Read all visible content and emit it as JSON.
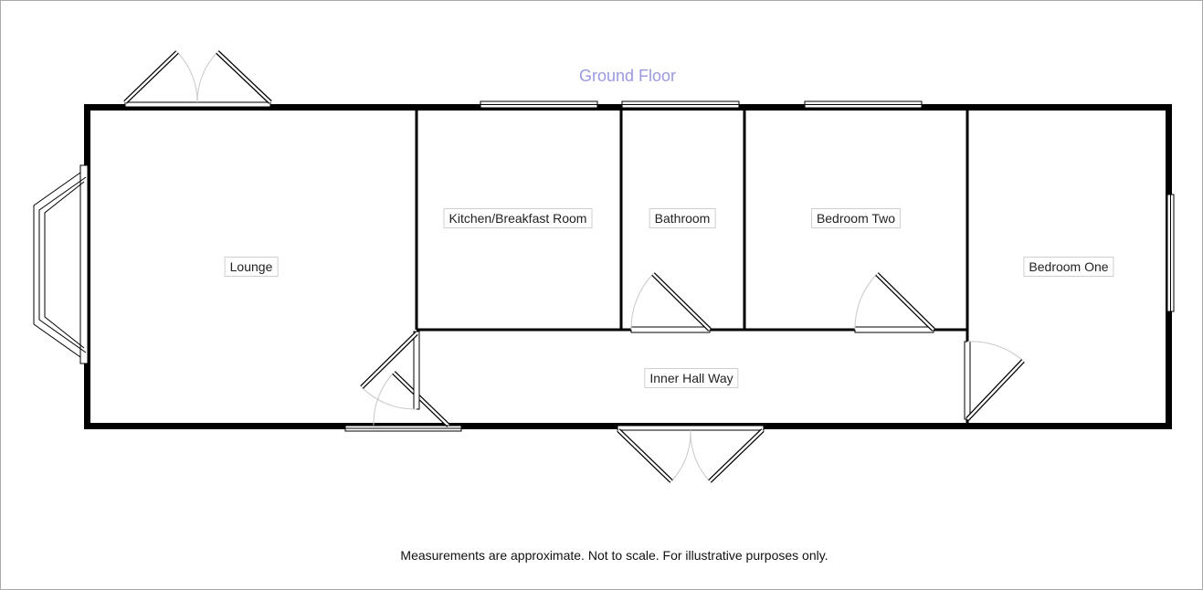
{
  "floor_title": "Ground Floor",
  "rooms": {
    "lounge": "Lounge",
    "kitchen": "Kitchen/Breakfast Room",
    "bathroom": "Bathroom",
    "bedroom_two": "Bedroom Two",
    "bedroom_one": "Bedroom One",
    "hallway": "Inner Hall Way"
  },
  "disclaimer": "Measurements are approximate. Not to scale. For illustrative purposes only.",
  "colors": {
    "wall": "#000000",
    "title": "#9a9ae0",
    "swing": "#c8c8c8",
    "frame": "#a9a9a9"
  }
}
